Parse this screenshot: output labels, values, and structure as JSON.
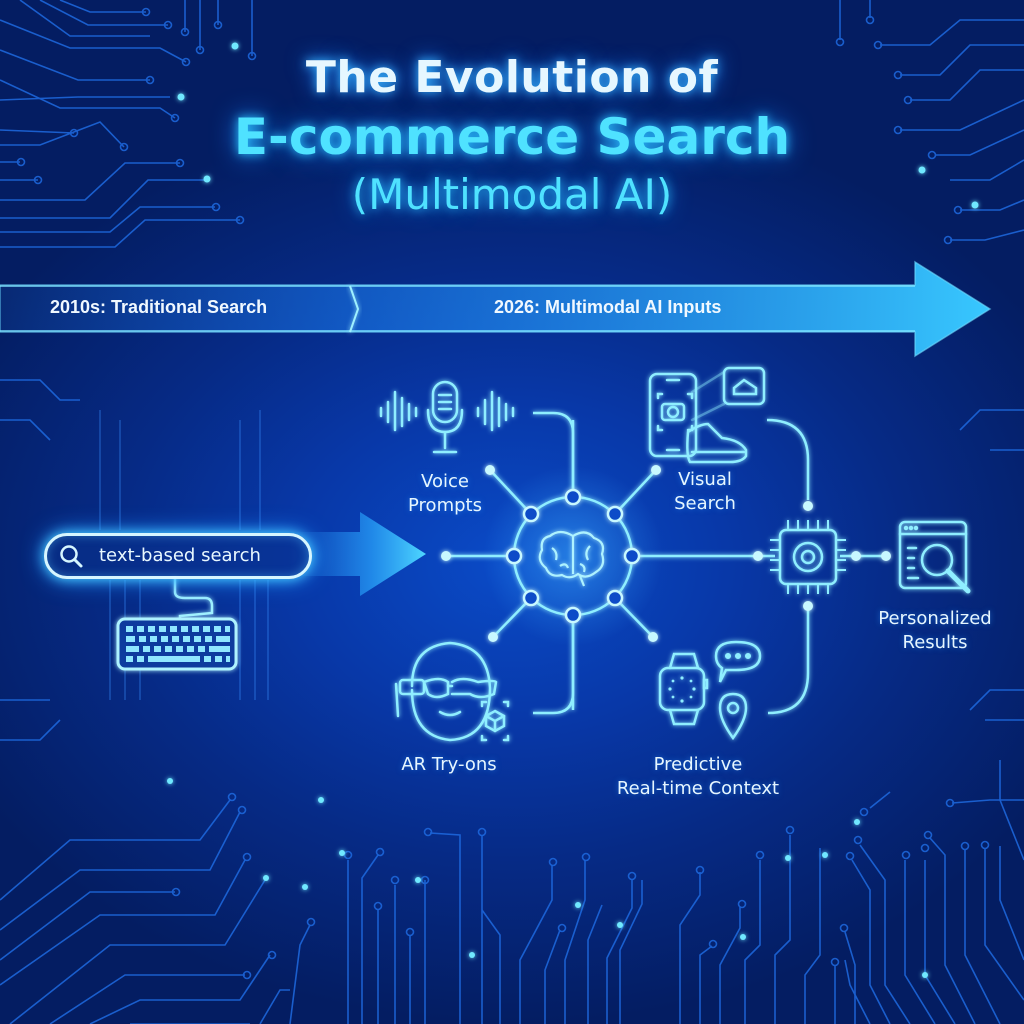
{
  "title": {
    "line1": "The Evolution of",
    "line2": "E-commerce Search",
    "line3": "(Multimodal AI)"
  },
  "timeline": {
    "start_label": "2010s: Traditional Search",
    "end_label": "2026: Multimodal AI Inputs"
  },
  "traditional": {
    "search_text": "text-based search",
    "icons": [
      "search-icon",
      "keyboard-icon"
    ]
  },
  "inputs": [
    {
      "label_lines": [
        "Voice",
        "Prompts"
      ],
      "icon": "microphone-icon"
    },
    {
      "label_lines": [
        "Visual",
        "Search"
      ],
      "icon": "smartphone-camera-shoe-icon"
    },
    {
      "label_lines": [
        "AR Try-ons"
      ],
      "icon": "ar-glasses-face-icon"
    },
    {
      "label_lines": [
        "Predictive",
        "Real-time Context"
      ],
      "icon": "smartwatch-chat-location-icon"
    }
  ],
  "hub": {
    "icon": "brain-icon"
  },
  "processor": {
    "icon": "chip-gear-icon"
  },
  "output": {
    "label_lines": [
      "Personalized",
      "Results"
    ],
    "icon": "browser-magnifier-icon"
  },
  "colors": {
    "background_dark": "#041d62",
    "background_mid": "#0838a8",
    "neon_cyan": "#4fe2ff",
    "line_glow": "#7fe8ff",
    "title_white": "#e6f7ff"
  }
}
